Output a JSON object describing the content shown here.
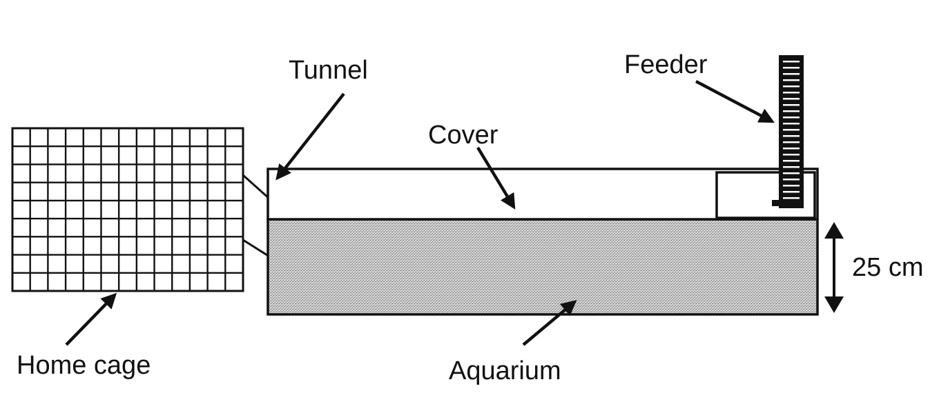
{
  "labels": {
    "tunnel": "Tunnel",
    "feeder": "Feeder",
    "cover": "Cover",
    "home_cage": "Home cage",
    "aquarium": "Aquarium",
    "height": "25 cm"
  },
  "colors": {
    "ink": "#111111",
    "background": "#ffffff",
    "water_fill": "#c4c4c4"
  }
}
